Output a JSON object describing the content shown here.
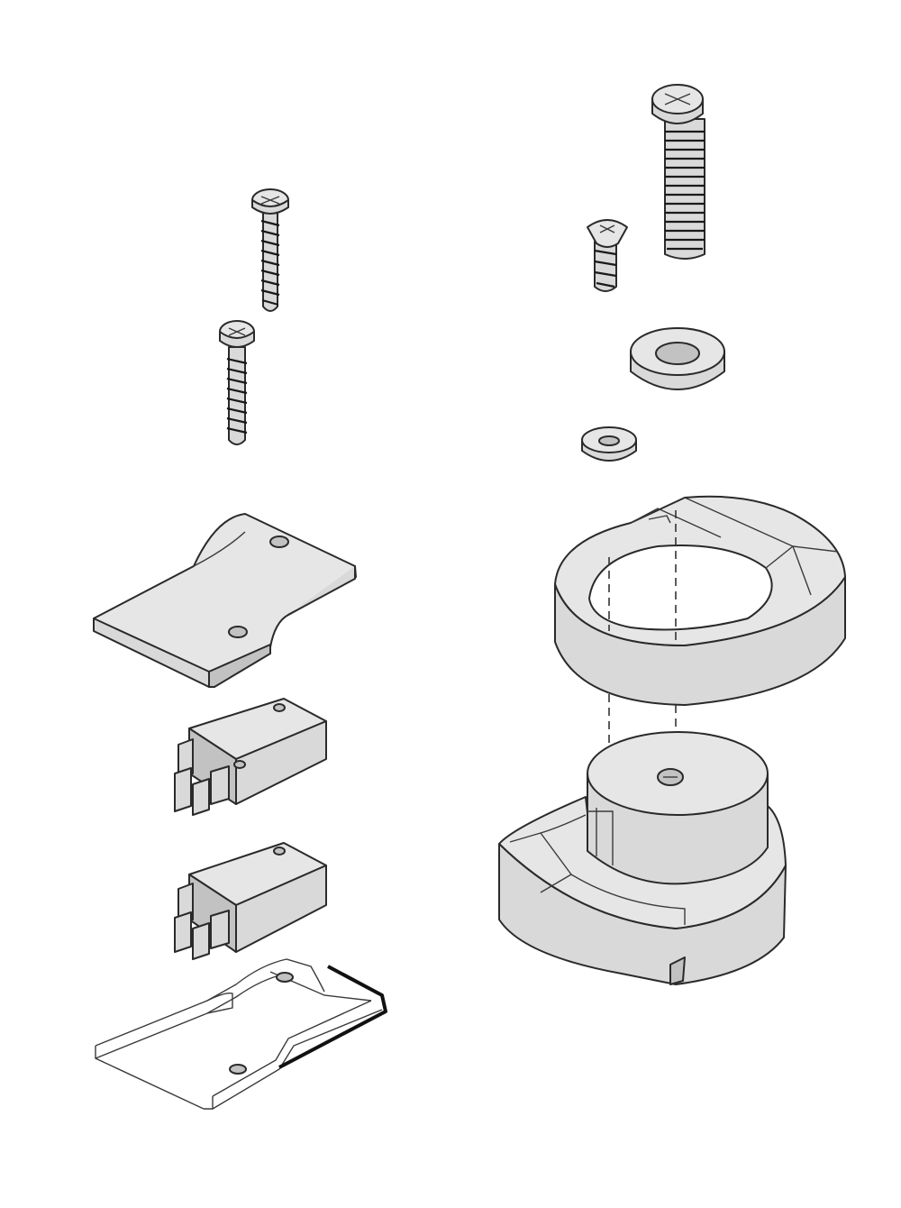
{
  "colors": {
    "part_fill": "#d9d9d9",
    "part_fill_light": "#e6e6e6",
    "part_fill_dark": "#c2c2c2",
    "line": "#2a2a2a",
    "background": "#ffffff"
  },
  "parts": [
    "long-screw-left",
    "short-screw-left",
    "mounting-bracket",
    "micro-switch-upper",
    "micro-switch-lower",
    "wire-frame-bracket",
    "long-bolt-right",
    "short-screw-right",
    "large-washer",
    "small-washer",
    "cam-ring",
    "cam-base"
  ]
}
